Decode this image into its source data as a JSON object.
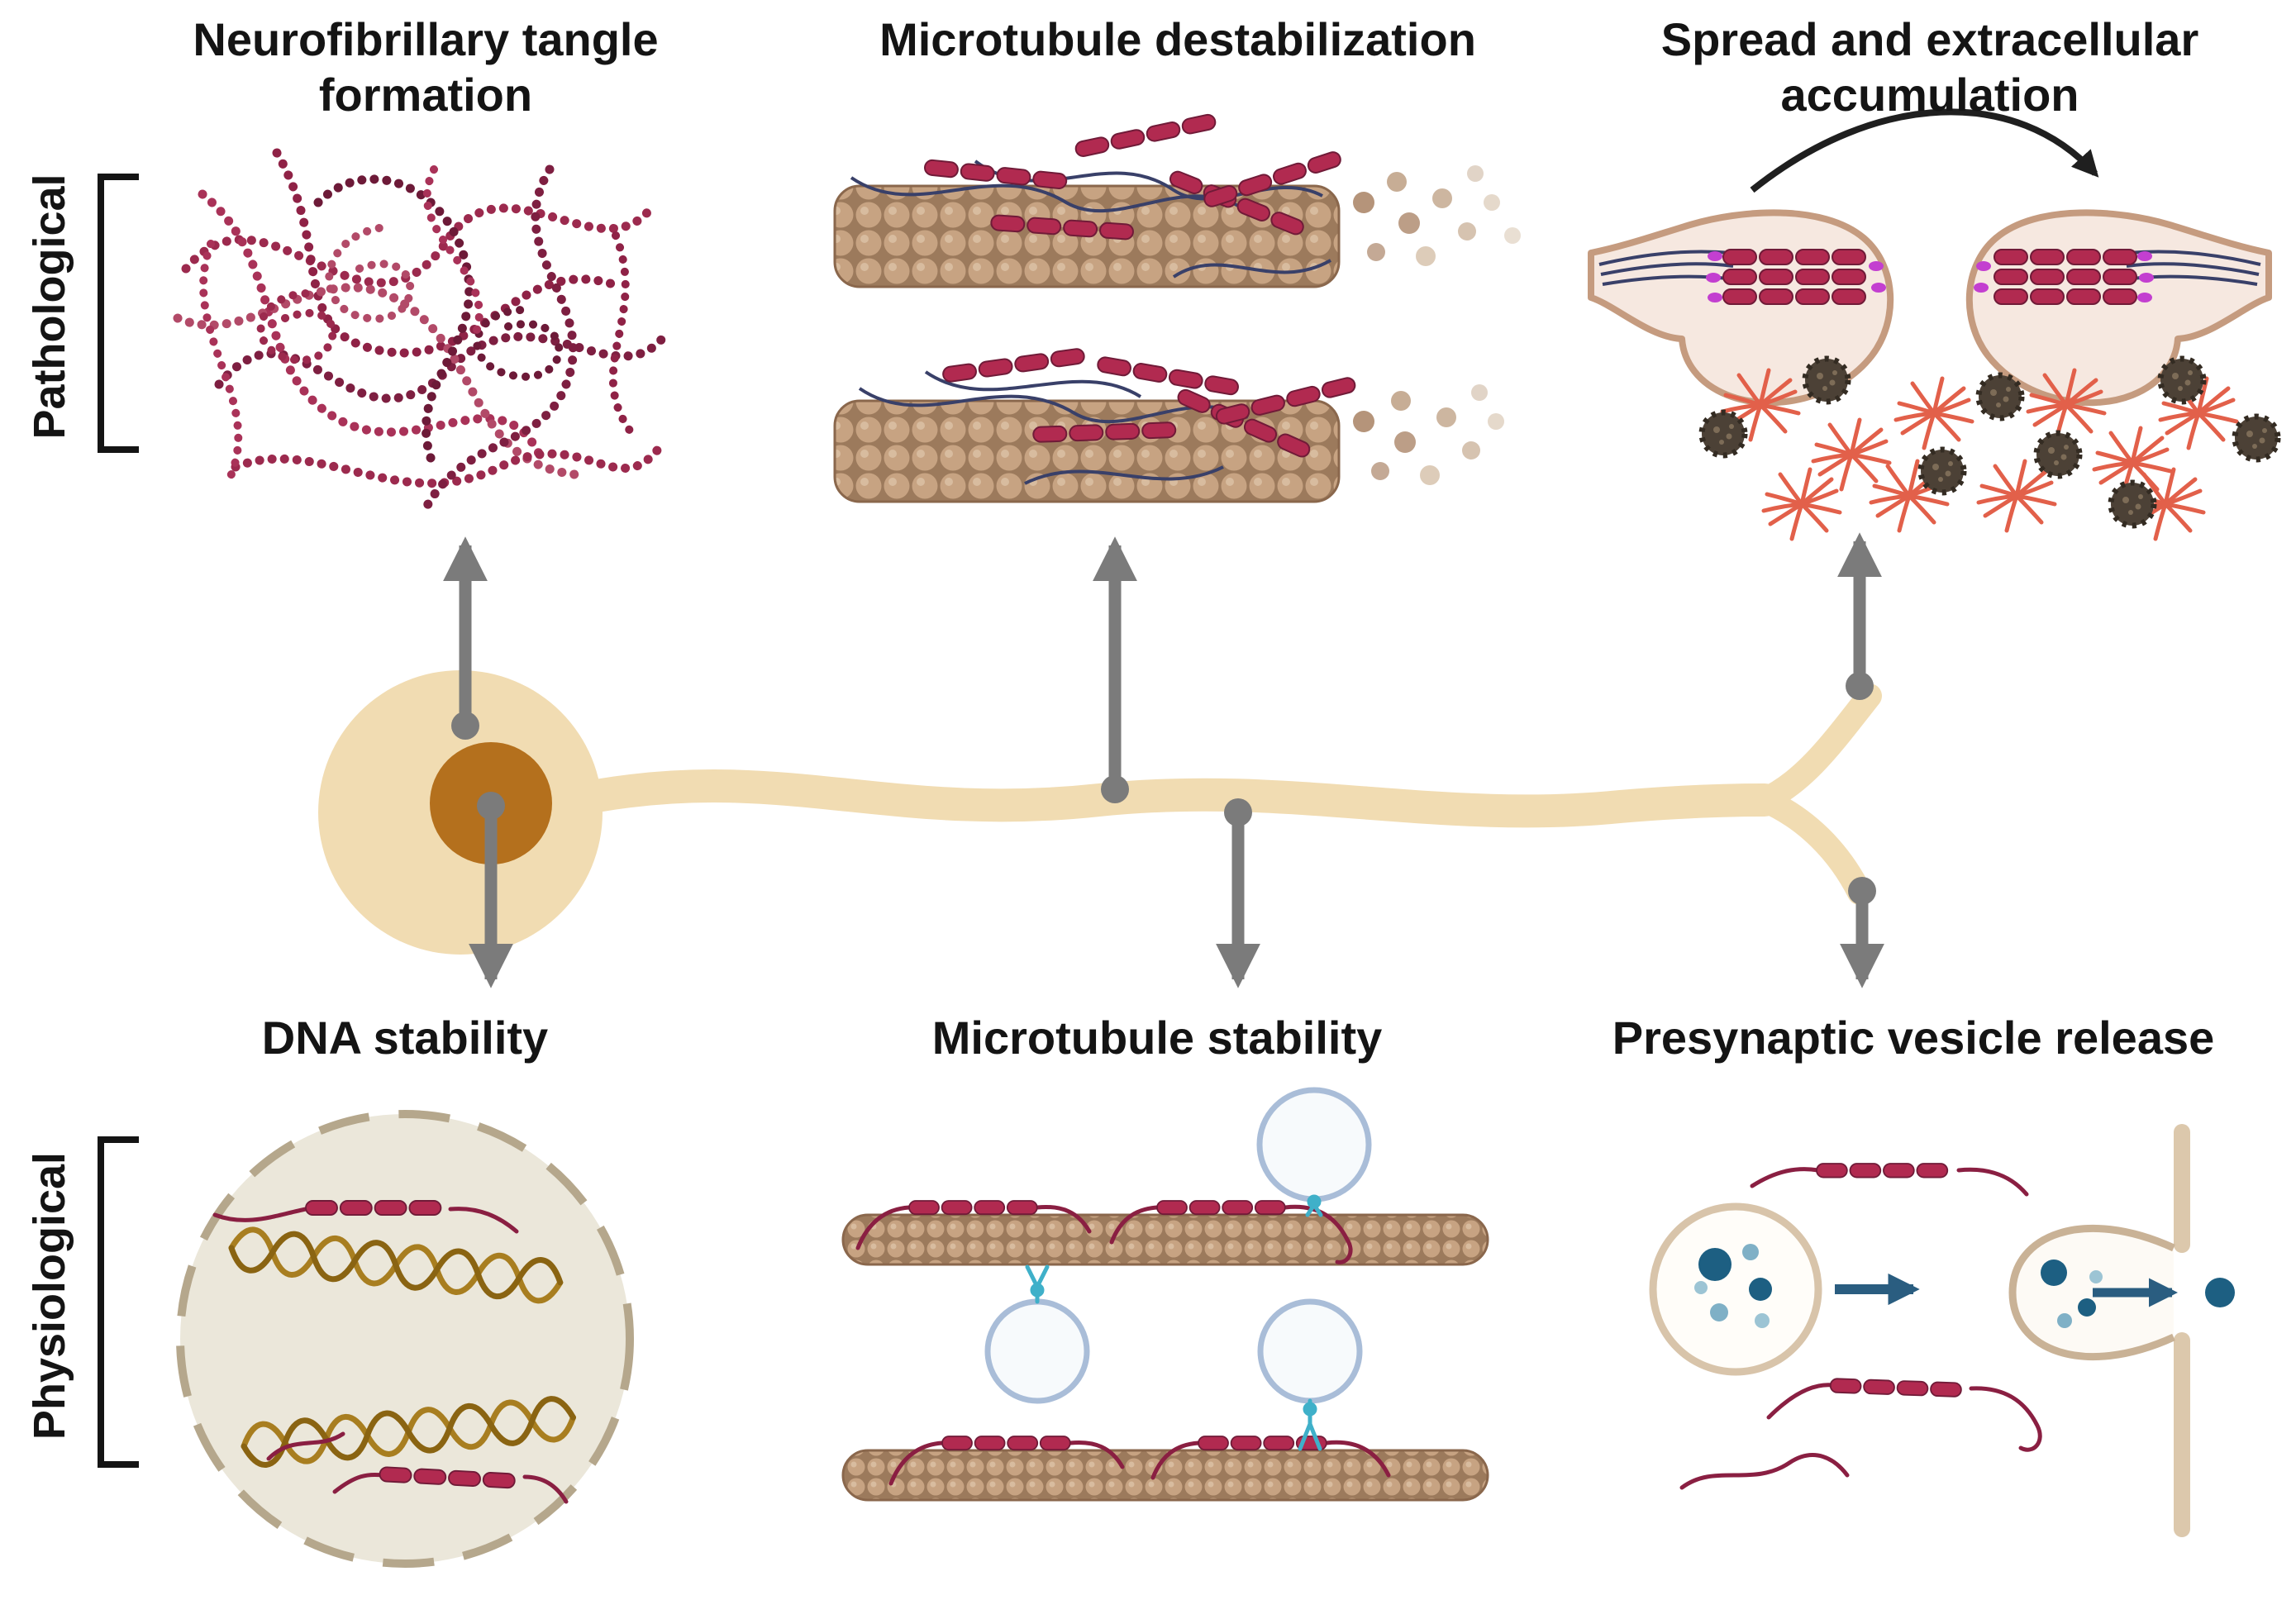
{
  "figure": {
    "side_labels": {
      "pathological": "Pathological",
      "physiological": "Physiological"
    },
    "panels": {
      "nft": {
        "title_line1": "Neurofibrillary tangle",
        "title_line2": "formation"
      },
      "microtubule_destabilization": {
        "title": "Microtubule destabilization"
      },
      "spread": {
        "title_line1": "Spread and extracellular",
        "title_line2": "accumulation"
      },
      "dna_stability": {
        "title": "DNA stability"
      },
      "microtubule_stability": {
        "title": "Microtubule stability"
      },
      "presynaptic": {
        "title": "Presynaptic vesicle release"
      }
    },
    "palette": {
      "tau_red": "#b12a50",
      "tau_dark_outline": "#701b38",
      "tangle_maroon": "#9c2a4e",
      "microtubule_bead_tan": "#c7a382",
      "microtubule_bead_shadow": "#9c7a5c",
      "neuron_body_tan": "#f1dcb2",
      "nucleus_brown": "#b4701d",
      "arrow_gray": "#7b7b7b",
      "microtubule_line_navy": "#394069",
      "purple_marker": "#c33fd0",
      "synapse_fill": "#f6e8e0",
      "synapse_outline": "#c59b7f",
      "coral_tangle": "#e2604a",
      "grain_dark": "#4c4136",
      "nucleus_circle_fill": "#ebe7da",
      "nucleus_circle_border": "#b5a78c",
      "dna_gold": "#a87e20",
      "vesicle_outline_blue": "#a9bdd8",
      "motor_teal": "#3fb0c9",
      "release_blue": "#1d5f82",
      "arrow_blue": "#2a5d80"
    }
  }
}
